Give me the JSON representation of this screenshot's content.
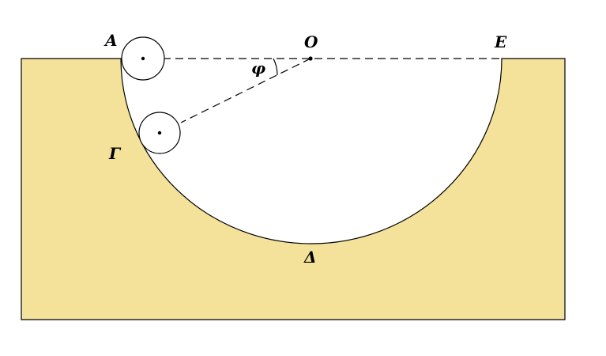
{
  "diagram": {
    "labels": {
      "point_a": "A",
      "point_o": "O",
      "point_e": "E",
      "point_gamma": "Γ",
      "point_delta": "Δ",
      "angle_phi": "φ"
    },
    "colors": {
      "ground_fill": "#f4e29b",
      "stroke": "#000000",
      "background": "#ffffff"
    }
  }
}
